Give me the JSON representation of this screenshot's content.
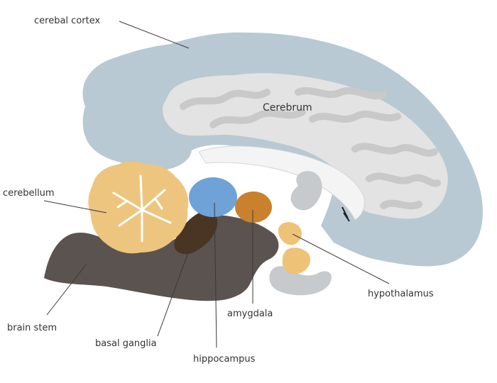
{
  "labels": {
    "cerebral_cortex": "cerebal cortex",
    "cerebrum": "Cerebrum",
    "cerebellum": "cerebellum",
    "brain_stem": "brain stem",
    "basal_ganglia": "basal ganglia",
    "hippocampus": "hippocampus",
    "amygdala": "amygdala",
    "hypothalamus": "hypothalamus"
  },
  "colors": {
    "cortex": "#b8c9d3",
    "cerebrum": "#e3e3e3",
    "cerebrum_folds": "#c9c9c9",
    "cerebellum": "#edc57f",
    "brain_stem": "#5b5350",
    "basal_ganglia": "#4a3424",
    "hippocampus": "#6fa2d6",
    "amygdala": "#c9812d",
    "hypothalamus": "#eec378",
    "ventricle_gray": "#c7cacd"
  }
}
